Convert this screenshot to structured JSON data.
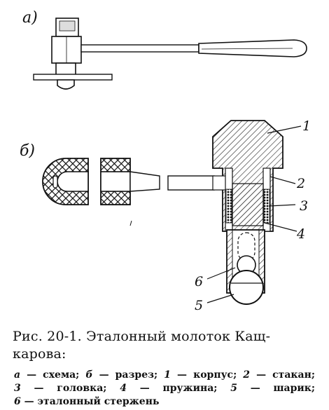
{
  "figure": {
    "view_a_label": "а)",
    "view_b_label": "б)",
    "part_labels": [
      {
        "num": "1"
      },
      {
        "num": "2"
      },
      {
        "num": "3"
      },
      {
        "num": "4"
      },
      {
        "num": "5"
      },
      {
        "num": "6"
      }
    ]
  },
  "caption": {
    "title_line1": "Рис. 20-1. Эталонный молоток Кащ-",
    "title_line2": "карова:",
    "legend": [
      {
        "key": "а",
        "text": "схема;"
      },
      {
        "key": "б",
        "text": "разрез;"
      },
      {
        "key": "1",
        "text": "корпус;"
      },
      {
        "key": "2",
        "text": "стакан;"
      },
      {
        "key": "3",
        "text": "головка;"
      },
      {
        "key": "4",
        "text": "пружина;"
      },
      {
        "key": "5",
        "text": "шарик;"
      },
      {
        "key": "6",
        "text": "эталонный стержень"
      }
    ]
  }
}
